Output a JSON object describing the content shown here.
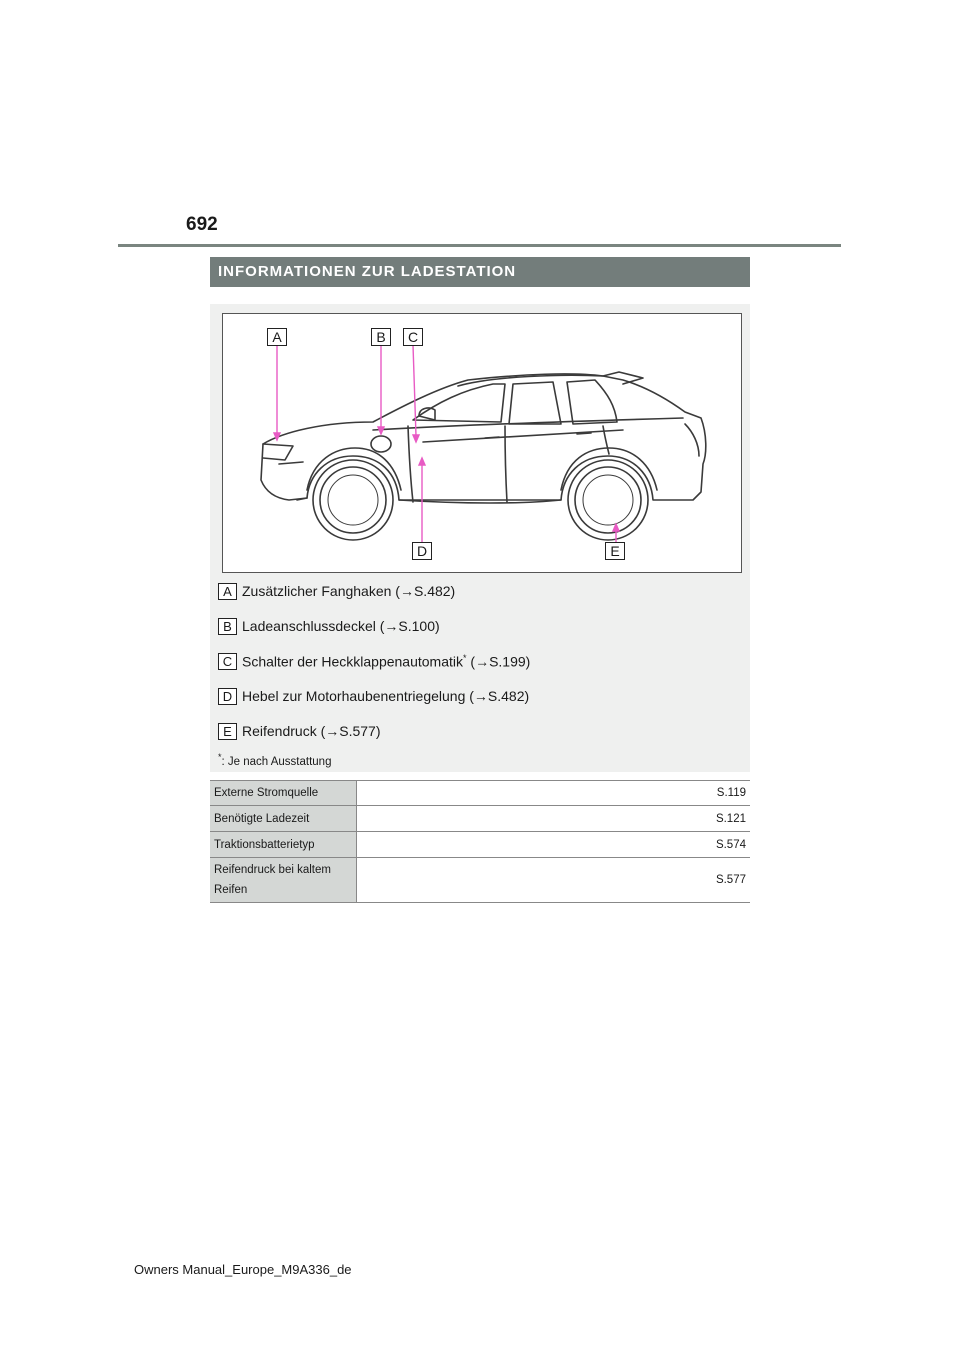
{
  "page_number": "692",
  "section_title": "INFORMATIONEN ZUR LADESTATION",
  "figure": {
    "callouts": [
      "A",
      "B",
      "C",
      "D",
      "E"
    ],
    "accent_color": "#e85bc4"
  },
  "legend": [
    {
      "letter": "A",
      "text": "Zusätzlicher Fanghaken (→S.482)"
    },
    {
      "letter": "B",
      "text": "Ladeanschlussdeckel (→S.100)"
    },
    {
      "letter": "C",
      "text_before": "Schalter der Heckklappenautomatik",
      "sup": "*",
      "text_after": " (→S.199)"
    },
    {
      "letter": "D",
      "text": "Hebel zur Motorhaubenentriegelung (→S.482)"
    },
    {
      "letter": "E",
      "text": "Reifendruck (→S.577)"
    }
  ],
  "footnote": {
    "mark": "*",
    "text": ":  Je nach Ausstattung"
  },
  "table": [
    {
      "label": "Externe Stromquelle",
      "value": "S.119"
    },
    {
      "label": "Benötigte Ladezeit",
      "value": "S.121"
    },
    {
      "label": "Traktionsbatterietyp",
      "value": "S.574"
    },
    {
      "label_line1": "Reifendruck bei kaltem",
      "label_line2": "Reifen",
      "value": "S.577"
    }
  ],
  "footer": "Owners Manual_Europe_M9A336_de"
}
